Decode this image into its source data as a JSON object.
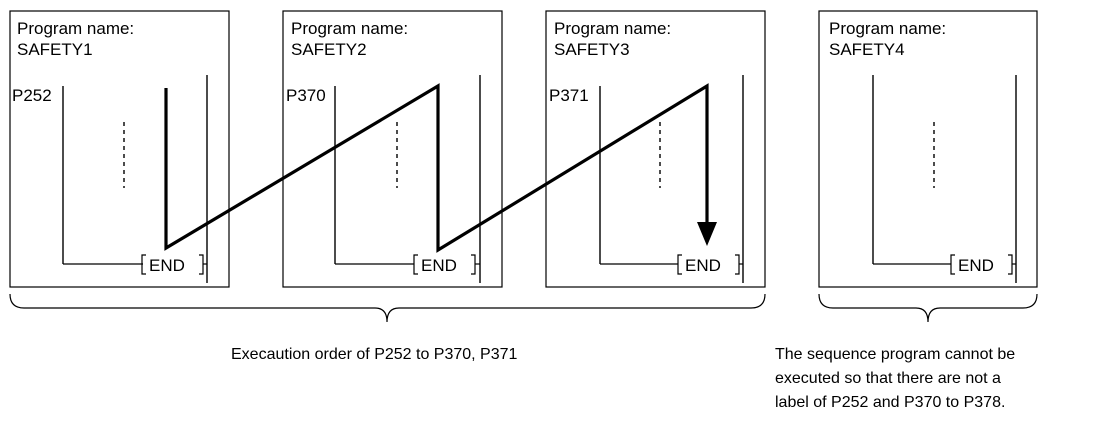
{
  "programs": [
    {
      "title": "Program name:",
      "name": "SAFETY1",
      "label": "P252",
      "end": "END"
    },
    {
      "title": "Program name:",
      "name": "SAFETY2",
      "label": "P370",
      "end": "END"
    },
    {
      "title": "Program name:",
      "name": "SAFETY3",
      "label": "P371",
      "end": "END"
    },
    {
      "title": "Program name:",
      "name": "SAFETY4",
      "label": "",
      "end": "END"
    }
  ],
  "captions": {
    "left": "Execaution order of P252 to P370, P371",
    "right_line1": "The sequence program cannot be",
    "right_line2": "executed so that there are not a",
    "right_line3": "label of P252 and P370 to P378."
  }
}
